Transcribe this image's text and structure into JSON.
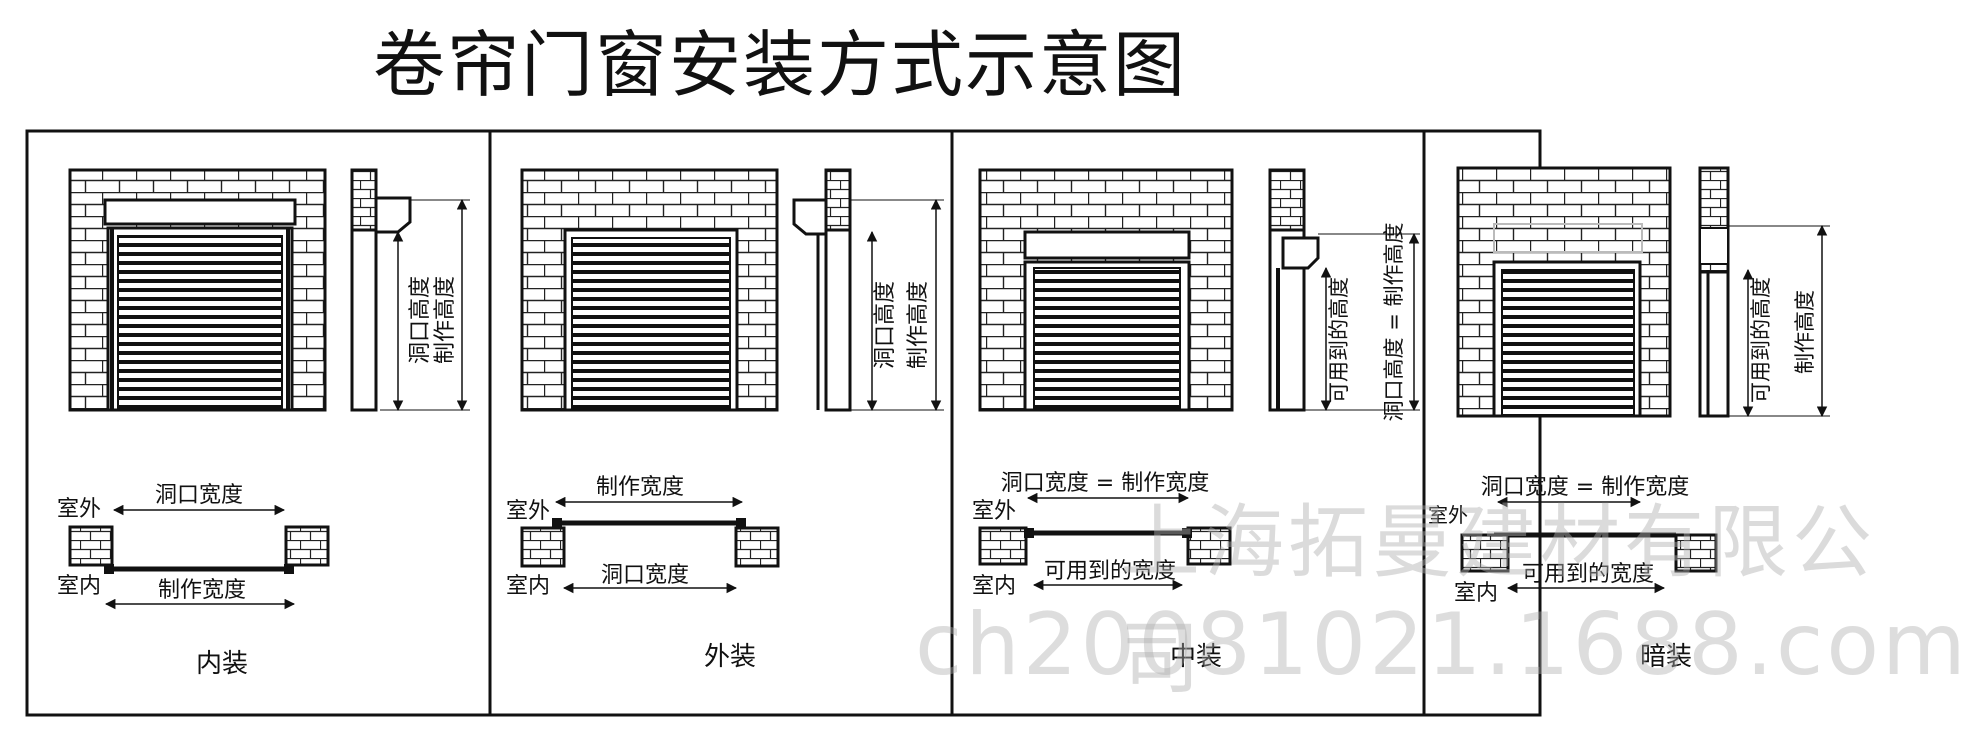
{
  "title": "卷帘门窗安装方式示意图",
  "panels": [
    {
      "name": "内装",
      "vertical_labels": [
        "洞口高度",
        "制作高度"
      ],
      "plan_labels": {
        "outside": "室外",
        "inside": "室内",
        "top_dim": "洞口宽度",
        "bottom_dim": "制作宽度"
      }
    },
    {
      "name": "外装",
      "vertical_labels": [
        "洞口高度",
        "制作高度"
      ],
      "plan_labels": {
        "outside": "室外",
        "inside": "室内",
        "top_dim": "制作宽度",
        "bottom_dim": "洞口宽度"
      }
    },
    {
      "name": "中装",
      "vertical_labels": [
        "可用到的高度",
        "洞口高度 = 制作高度"
      ],
      "plan_labels": {
        "outside": "室外",
        "inside": "室内",
        "top_dim": "洞口宽度 = 制作宽度",
        "bottom_dim": "可用到的宽度"
      }
    },
    {
      "name": "暗装",
      "vertical_labels": [
        "可用到的高度",
        "制作高度"
      ],
      "plan_labels": {
        "outside": "室外",
        "inside": "室内",
        "top_dim": "洞口宽度 = 制作宽度",
        "bottom_dim": "可用到的宽度"
      }
    }
  ],
  "watermark": {
    "company": "上海拓曼建材有限公司",
    "site": "ch20081021.1688.com"
  }
}
